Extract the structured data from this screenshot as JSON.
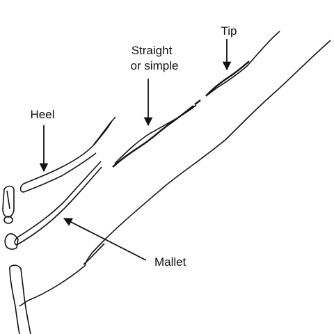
{
  "labels": {
    "tip": "Tip",
    "straight_line1": "Straight",
    "straight_line2": "or simple",
    "heel": "Heel",
    "mallet": "Mallet"
  },
  "colors": {
    "ink": "#111111",
    "background": "#ffffff"
  }
}
